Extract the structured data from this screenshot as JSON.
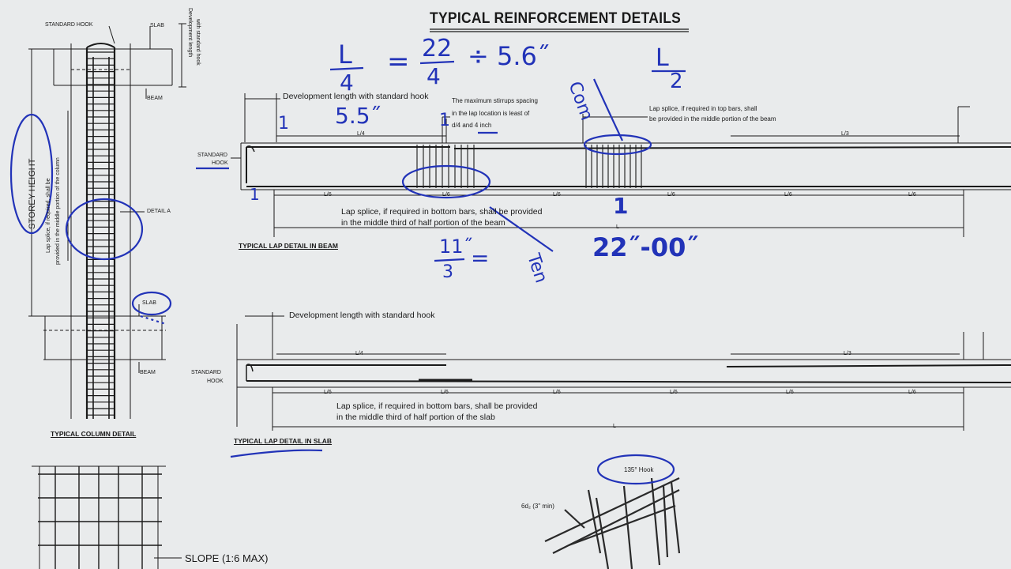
{
  "sheet": {
    "title": "TYPICAL REINFORCEMENT DETAILS",
    "column_detail": {
      "standard_hook": "STANDARD HOOK",
      "slab_top": "SLAB",
      "beam_top": "BEAM",
      "development_length": "Development length",
      "with_standard_hook": "with standard hook",
      "storey_height": "STOREY HEIGHT",
      "lap_splice_line1": "Lap splice, if required, shall be",
      "lap_splice_line2": "provided in the middle portion of the column",
      "detail_a": "DETAIL A",
      "slab_bottom": "SLAB",
      "beam_bottom": "BEAM",
      "caption": "TYPICAL COLUMN DETAIL"
    },
    "beam_detail": {
      "development_length": "Development length with standard hook",
      "stirrups_line1": "The maximum stirrups spacing",
      "stirrups_line2": "in the lap location is least of",
      "stirrups_line3": "d/4 and 4 inch",
      "top_splice_line1": "Lap splice, if required in top bars, shall",
      "top_splice_line2": "be provided in the middle portion of the beam",
      "standard_hook": "STANDARD",
      "hook": "HOOK",
      "top_left_span": "L/4",
      "top_right_span": "L/3",
      "bottom_span_1": "L/6",
      "bottom_span_2": "L/6",
      "bottom_span_3": "L/6",
      "bottom_span_4": "L/6",
      "bottom_span_5": "L/6",
      "bottom_span_6": "L/6",
      "overall_span": "L",
      "bottom_splice_line1": "Lap splice, if required in bottom bars, shall be provided",
      "bottom_splice_line2": "in the middle third of half portion of the beam",
      "caption": "TYPICAL LAP DETAIL IN BEAM"
    },
    "slab_detail": {
      "development_length": "Development length with standard hook",
      "standard_hook": "STANDARD",
      "hook": "HOOK",
      "top_left_span": "L/4",
      "top_right_span": "L/3",
      "bottom_span_1": "L/6",
      "bottom_span_2": "L/6",
      "bottom_span_3": "L/6",
      "bottom_span_4": "L/6",
      "bottom_span_5": "L/6",
      "bottom_span_6": "L/6",
      "overall_span": "L",
      "bottom_splice_line1": "Lap splice, if required in bottom bars, shall be provided",
      "bottom_splice_line2": "in the middle third of half portion of the slab",
      "caption": "TYPICAL LAP DETAIL IN SLAB"
    },
    "footing": {
      "slope": "SLOPE (1:6 MAX)"
    },
    "cage": {
      "hook_135": "135° Hook",
      "six_db": "6d₂ (3\" min)"
    }
  },
  "handwriting": {
    "eq_l4_num": "L",
    "eq_l4_den": "4",
    "eq_equals": "=",
    "eq_22_num": "22",
    "eq_22_den": "4",
    "eq_result": "÷ 5.6˝",
    "com": "Com",
    "l2_num": "L",
    "l2_den": "2",
    "dev_value": "5.5˝",
    "span_value": "22˝-00˝",
    "eq_11_num": "11˝",
    "eq_11_den": "3",
    "eq_11_equals": "=",
    "ten": "Ten",
    "mark_1": "1",
    "mark_2": "1",
    "mark_3": "1",
    "mark_4": "1"
  },
  "colors": {
    "ink": "#1a1a1a",
    "pen": "#2233b8",
    "paper": "#e9ebec"
  }
}
